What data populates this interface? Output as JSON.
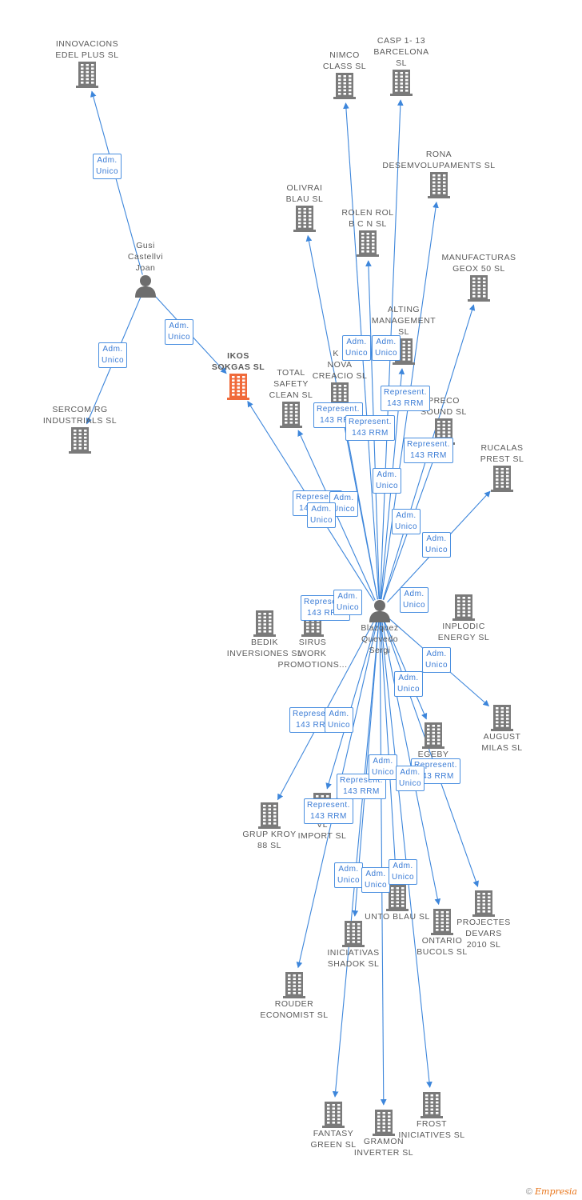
{
  "colors": {
    "edge": "#3d86db",
    "building": "#7a7a7a",
    "focus": "#f06a3a",
    "person": "#6d6d6d"
  },
  "companies": [
    {
      "id": "innovacions",
      "label": "INNOVACIONS\nEDEL PLUS  SL",
      "type": "building"
    },
    {
      "id": "nimco",
      "label": "NIMCO\nCLASS  SL",
      "type": "building"
    },
    {
      "id": "casp",
      "label": "CASP 1- 13\nBARCELONA\nSL",
      "type": "building"
    },
    {
      "id": "rona",
      "label": "RONA\nDESEMVOLUPAMENTS SL",
      "type": "building"
    },
    {
      "id": "olivrai",
      "label": "OLIVRAI\nBLAU SL",
      "type": "building"
    },
    {
      "id": "rolenrol",
      "label": "ROLEN ROL\nB C N SL",
      "type": "building"
    },
    {
      "id": "manufacturas",
      "label": "MANUFACTURAS\nGEOX 50 SL",
      "type": "building"
    },
    {
      "id": "alting",
      "label": "ALTING\nMANAGEMENT\nSL",
      "type": "building"
    },
    {
      "id": "ikos",
      "label": "IKOS\nSOKGAS  SL",
      "type": "focus"
    },
    {
      "id": "knova",
      "label": "K  L\nNOVA\nCREACIO SL",
      "type": "building"
    },
    {
      "id": "totalsafety",
      "label": "TOTAL\nSAFETY\nCLEAN  SL",
      "type": "building"
    },
    {
      "id": "preco",
      "label": "PRECO\nSOUND  SL",
      "type": "building"
    },
    {
      "id": "sercomrg",
      "label": "SERCOM RG\nINDUSTRIALS SL",
      "type": "building"
    },
    {
      "id": "rucalas",
      "label": "RUCALAS\nPREST  SL",
      "type": "building"
    },
    {
      "id": "bedik",
      "label": "BEDIK\nINVERSIONES SL",
      "type": "building"
    },
    {
      "id": "sirus",
      "label": "SIRUS\nWORK\nPROMOTIONS...",
      "type": "building"
    },
    {
      "id": "inplodic",
      "label": "INPLODIC\nENERGY  SL",
      "type": "building"
    },
    {
      "id": "august",
      "label": "AUGUST\nMILAS  SL",
      "type": "building"
    },
    {
      "id": "egeby",
      "label": "EGEBY",
      "type": "building"
    },
    {
      "id": "grupkroy",
      "label": "GRUP KROY\n88 SL",
      "type": "building"
    },
    {
      "id": "vlimport",
      "label": "VL\nIMPORT  SL",
      "type": "building"
    },
    {
      "id": "puntoblau",
      "label": "UNTO BLAU SL",
      "type": "building"
    },
    {
      "id": "projectes",
      "label": "PROJECTES\nDEVARS\n2010 SL",
      "type": "building"
    },
    {
      "id": "ontario",
      "label": "ONTARIO\nBUCOLS  SL",
      "type": "building"
    },
    {
      "id": "iniciativas",
      "label": "INICIATIVAS\nSHADOK SL",
      "type": "building"
    },
    {
      "id": "rouder",
      "label": "ROUDER\nECONOMIST SL",
      "type": "building"
    },
    {
      "id": "fantasy",
      "label": "FANTASY\nGREEN  SL",
      "type": "building"
    },
    {
      "id": "gramon",
      "label": "GRAMON\nINVERTER  SL",
      "type": "building"
    },
    {
      "id": "frost",
      "label": "FROST\nINICIATIVES  SL",
      "type": "building"
    }
  ],
  "persons": [
    {
      "id": "gusi",
      "label": "Gusi\nCastellvi\nJoan"
    },
    {
      "id": "blazquez",
      "label": "Blazquez\nQuevedo\nSergi"
    }
  ],
  "badges": [
    {
      "id": "b1",
      "text": "Adm.\nUnico"
    },
    {
      "id": "b2",
      "text": "Adm.\nUnico"
    },
    {
      "id": "b3",
      "text": "Adm.\nUnico"
    },
    {
      "id": "b4",
      "text": "Adm.\nUnico"
    },
    {
      "id": "b5",
      "text": "Adm.\nUnico"
    },
    {
      "id": "b6",
      "text": "Represent.\n143 RRM"
    },
    {
      "id": "b7",
      "text": "Represent.\n143 RRM"
    },
    {
      "id": "b8",
      "text": "Represent.\n143 RRM"
    },
    {
      "id": "b9",
      "text": "Represent.\n143 RRM"
    },
    {
      "id": "b10",
      "text": "Adm.\nUnico"
    },
    {
      "id": "b11",
      "text": "Represent.\n143 RRM"
    },
    {
      "id": "b12",
      "text": "Adm.\nUnico"
    },
    {
      "id": "b13",
      "text": "Adm.\nUnico"
    },
    {
      "id": "b14",
      "text": "Adm.\nUnico"
    },
    {
      "id": "b15",
      "text": "Represent.\n143 RRM"
    },
    {
      "id": "b16",
      "text": "Adm.\nUnico"
    },
    {
      "id": "b17",
      "text": "Adm.\nUnico"
    },
    {
      "id": "b18",
      "text": "Adm.\nUnico"
    },
    {
      "id": "b19",
      "text": "Adm.\nUnico"
    },
    {
      "id": "b20",
      "text": "Represent.\n143 RRM"
    },
    {
      "id": "b21",
      "text": "Adm.\nUnico"
    },
    {
      "id": "b22",
      "text": "Represent.\n143 RRM"
    },
    {
      "id": "b23",
      "text": "Adm.\nUnico"
    },
    {
      "id": "b24",
      "text": "Represent.\n143 RRM"
    },
    {
      "id": "b25",
      "text": "Adm.\nUnico"
    },
    {
      "id": "b26",
      "text": "Represent.\n143 RRM"
    },
    {
      "id": "b27",
      "text": "Adm.\nUnico"
    },
    {
      "id": "b28",
      "text": "Adm.\nUnico"
    },
    {
      "id": "b29",
      "text": "Adm.\nUnico"
    },
    {
      "id": "b30",
      "text": "Adm.\nUnico"
    }
  ],
  "footer": {
    "symbol": "©",
    "brand": "Empresia"
  }
}
